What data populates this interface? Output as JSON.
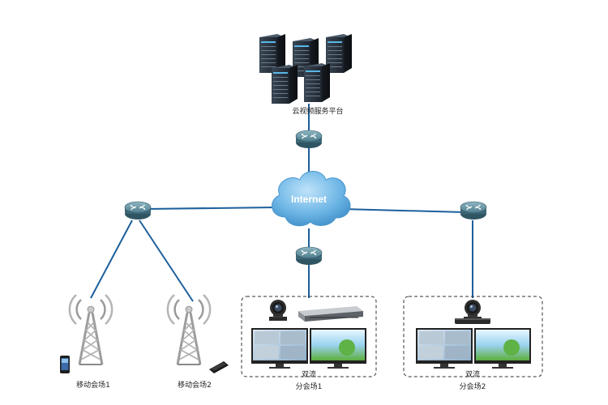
{
  "diagram": {
    "nodes": {
      "server_platform": {
        "label": "云视频服务平台"
      },
      "internet_cloud": {
        "label": "Internet"
      },
      "mobile_site_1": {
        "label": "移动会场1"
      },
      "mobile_site_2": {
        "label": "移动会场2"
      },
      "branch_site_1": {
        "label": "分会场1",
        "display_label": "双流"
      },
      "branch_site_2": {
        "label": "分会场2",
        "display_label": "双流"
      }
    },
    "colors": {
      "link": "#1c5f9c",
      "router_top": "#5b8a9a",
      "router_side": "#2f5563",
      "cloud": "#6fb7e6",
      "server": "#2b3440",
      "dashed_border": "#333333"
    },
    "icons": [
      "router-icon",
      "cloud-icon",
      "server-icon",
      "cell-tower-icon",
      "camera-icon",
      "codec-icon",
      "monitor-icon",
      "phone-icon"
    ]
  }
}
